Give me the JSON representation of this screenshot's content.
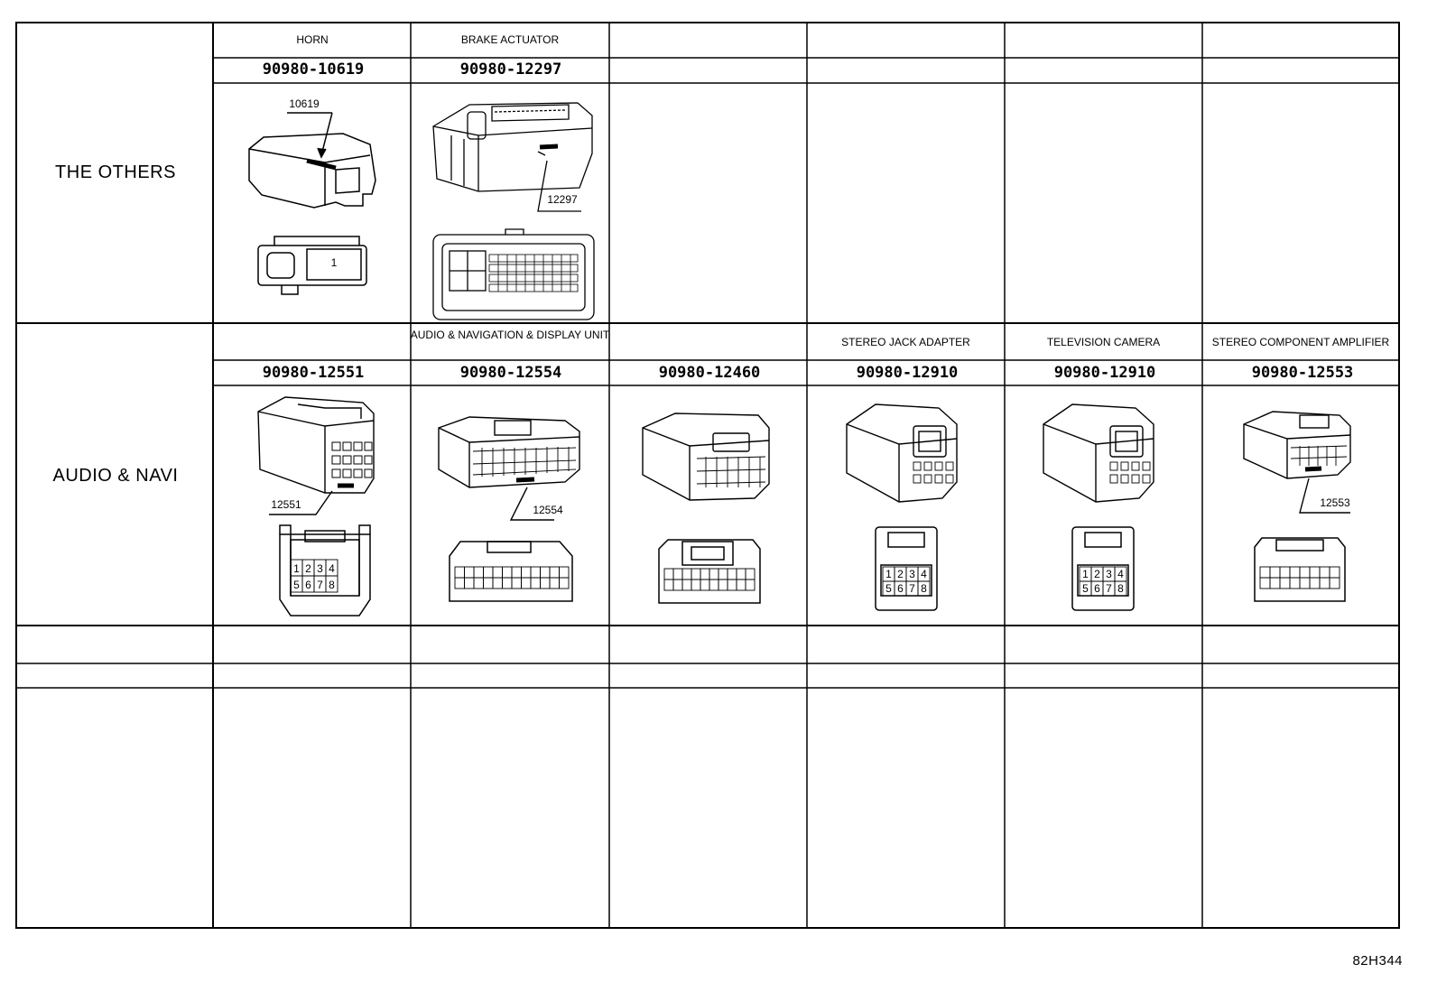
{
  "categories": {
    "others": "THE OTHERS",
    "audio_navi": "AUDIO & NAVI"
  },
  "others_row": {
    "horn": {
      "component": "HORN",
      "part_number": "90980-10619",
      "callout": "10619",
      "pin_label": "1"
    },
    "brake": {
      "component": "BRAKE ACTUATOR",
      "part_number": "90980-12297",
      "callout": "12297"
    }
  },
  "audio_row": {
    "group_label": "AUDIO & NAVIGATION & DISPLAY UNIT",
    "stereo_jack": "STEREO JACK ADAPTER",
    "tv_camera": "TELEVISION CAMERA",
    "stereo_amp": "STEREO COMPONENT AMPLIFIER",
    "part_numbers": [
      "90980-12551",
      "90980-12554",
      "90980-12460",
      "90980-12910",
      "90980-12910",
      "90980-12553"
    ],
    "callouts": {
      "c12551": "12551",
      "c12554": "12554",
      "c12553": "12553"
    },
    "pins_8": [
      "1",
      "2",
      "3",
      "4",
      "5",
      "6",
      "7",
      "8"
    ]
  },
  "figure_code": "82H344"
}
